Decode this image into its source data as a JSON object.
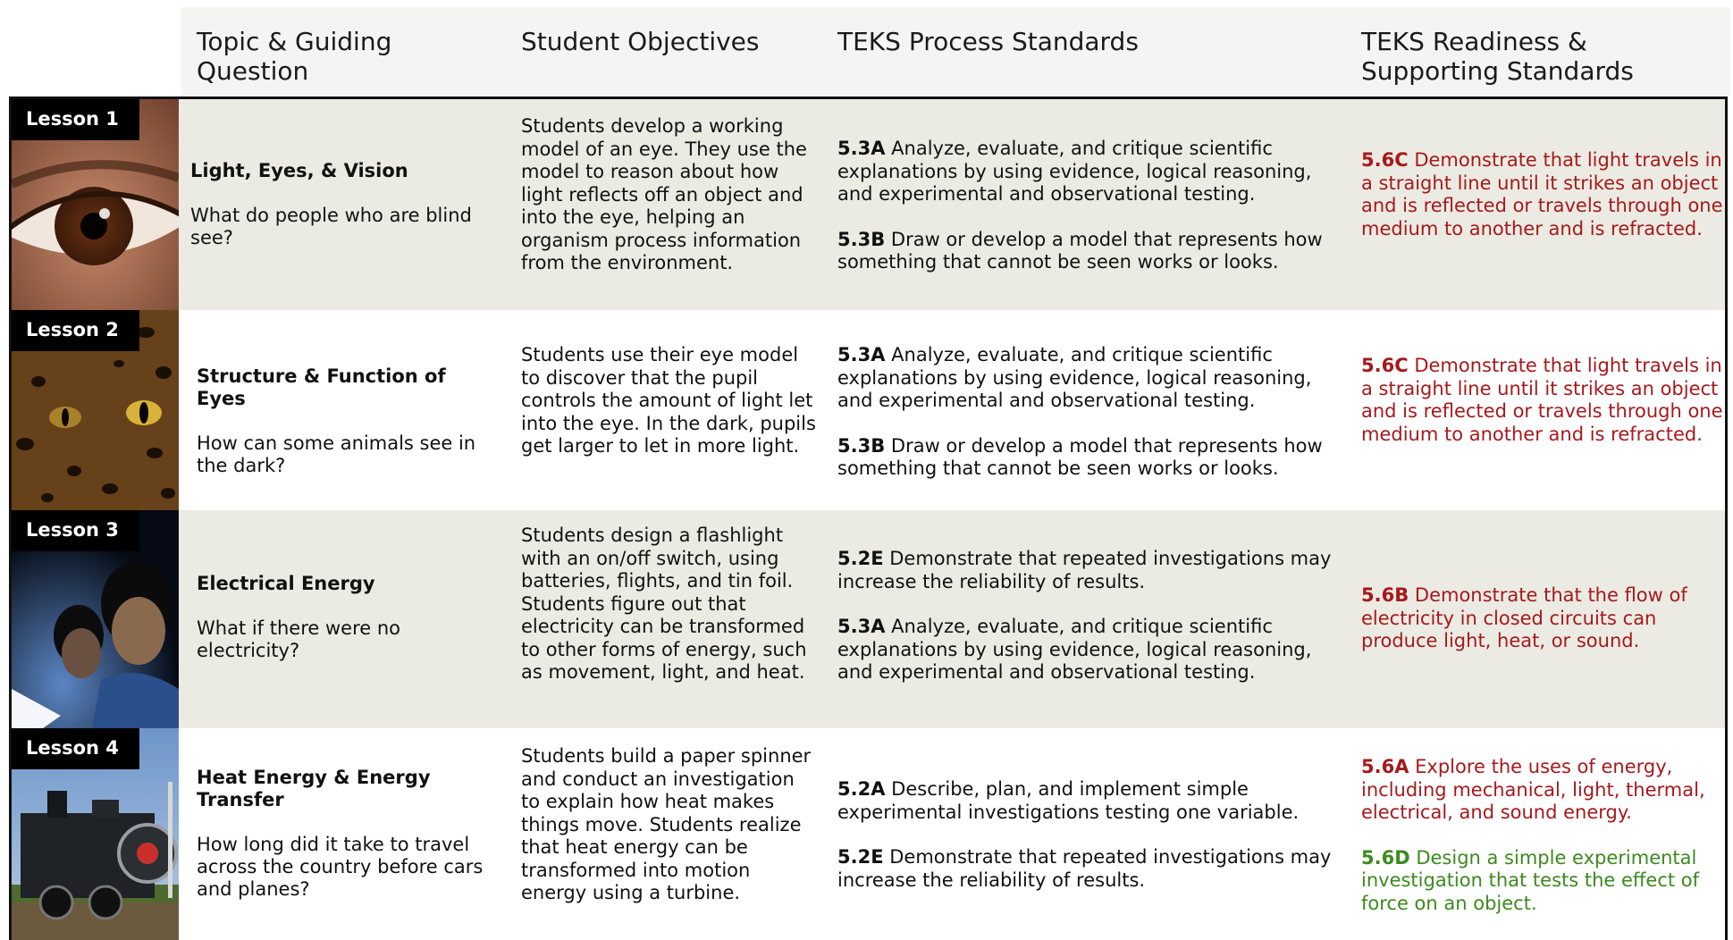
{
  "headers": [
    "Topic & Guiding Question",
    "Student Objectives",
    "TEKS Process Standards",
    "TEKS Readiness & Supporting Standards"
  ],
  "lessons": [
    {
      "tag": "Lesson 1",
      "image": "eye-closeup",
      "title": "Light, Eyes, & Vision",
      "question": "What do people who are blind see?",
      "objective": "Students develop a working model of an eye. They use the model to reason about how light reflects off an object and into the eye, helping an organism process information from the environment.",
      "process": [
        {
          "code": "5.3A",
          "text": "Analyze, evaluate, and critique scientific explanations by using evidence, logical reasoning, and experimental and observational testing."
        },
        {
          "code": "5.3B",
          "text": "Draw or develop a model that represents how something that cannot be seen works or looks."
        }
      ],
      "teks": [
        {
          "code": "5.6C",
          "text": "Demonstrate that light travels in a straight line until it strikes an object and is reflected or travels through one medium to another and is refracted.",
          "color": "#a6191c"
        }
      ]
    },
    {
      "tag": "Lesson 2",
      "image": "jaguar-face",
      "title": "Structure & Function of Eyes",
      "question": "How can some animals see in the dark?",
      "objective": "Students use their eye model to discover that the pupil controls the amount of light let into the eye. In the dark, pupils get larger to let in more light.",
      "process": [
        {
          "code": "5.3A",
          "text": "Analyze, evaluate, and critique scientific explanations by using evidence, logical reasoning, and experimental and observational testing."
        },
        {
          "code": "5.3B",
          "text": "Draw or develop a model that represents how something that cannot be seen works or looks."
        }
      ],
      "teks": [
        {
          "code": "5.6C",
          "text": "Demonstrate that light travels in a straight line until it strikes an object and is reflected or travels through one medium to another and is refracted.",
          "color": "#a6191c"
        }
      ]
    },
    {
      "tag": "Lesson 3",
      "image": "children-tablet-dark",
      "title": "Electrical Energy",
      "question": "What if there were no electricity?",
      "objective": "Students design a flashlight with an on/off switch, using batteries, flights, and tin foil. Students figure out that electricity can be transformed to other forms of energy, such as movement, light, and heat.",
      "process": [
        {
          "code": "5.2E",
          "text": "Demonstrate that repeated investigations may increase the reliability of results."
        },
        {
          "code": "5.3A",
          "text": "Analyze, evaluate, and critique scientific explanations by using evidence, logical reasoning, and experimental and observational testing."
        }
      ],
      "teks": [
        {
          "code": "5.6B",
          "text": "Demonstrate that the flow of electricity in closed circuits can produce light, heat, or sound.",
          "color": "#a6191c"
        }
      ]
    },
    {
      "tag": "Lesson 4",
      "image": "steam-train",
      "title": "Heat Energy & Energy Transfer",
      "question": "How long did it take to travel across the country before cars and planes?",
      "objective": "Students build a paper spinner and conduct an investigation to explain how heat makes things move. Students realize that heat energy can be transformed into motion energy using a turbine.",
      "process": [
        {
          "code": "5.2A",
          "text": "Describe, plan, and implement simple experimental investigations testing one variable."
        },
        {
          "code": "5.2E",
          "text": "Demonstrate that repeated investigations may increase the reliability of results."
        }
      ],
      "teks": [
        {
          "code": "5.6A",
          "text": "Explore the uses of energy, including mechanical, light, thermal, electrical, and sound energy.",
          "color": "#a6191c"
        },
        {
          "code": "5.6D",
          "text": "Design a simple experimental investigation that tests the effect of force on an object.",
          "color": "#3b8a1e"
        }
      ]
    }
  ]
}
